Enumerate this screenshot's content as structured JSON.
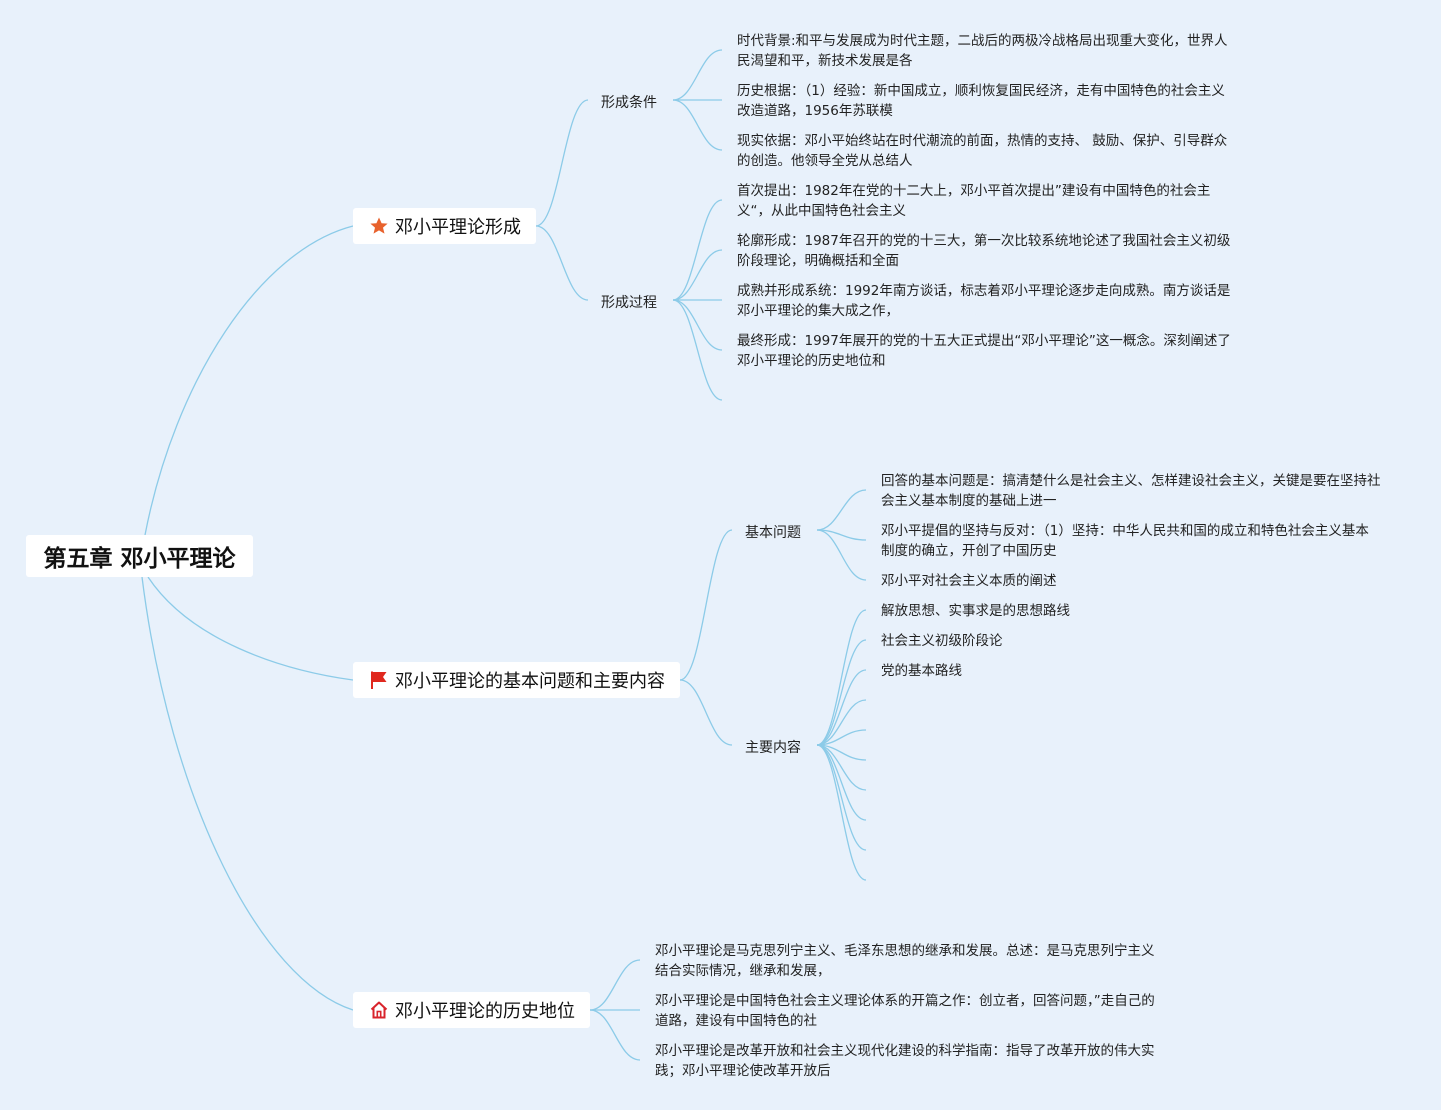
{
  "root": {
    "title": "第五章 邓小平理论"
  },
  "branches": [
    {
      "label": "邓小平理论形成",
      "icon": "star-icon",
      "subs": [
        {
          "label": "形成条件",
          "items": [
            "时代背景:和平与发展成为时代主题，二战后的两极冷战格局出现重大变化，世界人民渴望和平，新技术发展是各",
            "历史根据：（1）经验：新中国成立，顺利恢复国民经济，走有中国特色的社会主义改造道路，1956年苏联模",
            "现实依据：邓小平始终站在时代潮流的前面，热情的支持、 鼓励、保护、引导群众的创造。他领导全党从总结人"
          ]
        },
        {
          "label": "形成过程",
          "items": [
            "首次提出：1982年在党的十二大上，邓小平首次提出”建设有中国特色的社会主义“，从此中国特色社会主义",
            "轮廓形成：1987年召开的党的十三大，第一次比较系统地论述了我国社会主义初级阶段理论，明确概括和全面",
            "成熟并形成系统：1992年南方谈话，标志着邓小平理论逐步走向成熟。南方谈话是邓小平理论的集大成之作，",
            "最终形成：1997年展开的党的十五大正式提出“邓小平理论”这一概念。深刻阐述了邓小平理论的历史地位和"
          ]
        }
      ]
    },
    {
      "label": "邓小平理论的基本问题和主要内容",
      "icon": "red-flag-icon",
      "subs": [
        {
          "label": "基本问题",
          "items": [
            "回答的基本问题是：搞清楚什么是社会主义、怎样建设社会主义，关键是要在坚持社会主义基本制度的基础上进一",
            "邓小平提倡的坚持与反对：（1）坚持：中华人民共和国的成立和特色社会主义基本制度的确立，开创了中国历史",
            "邓小平对社会主义本质的阐述"
          ]
        },
        {
          "label": "主要内容",
          "items": [
            "解放思想、实事求是的思想路线",
            "社会主义初级阶段论",
            "党的基本路线"
          ]
        }
      ]
    },
    {
      "label": "邓小平理论的历史地位",
      "icon": "home-icon",
      "items": [
        "邓小平理论是马克思列宁主义、毛泽东思想的继承和发展。总述：是马克思列宁主义结合实际情况，继承和发展，",
        "邓小平理论是中国特色社会主义理论体系的开篇之作：创立者，回答问题，”走自己的道路，建设有中国特色的社",
        "邓小平理论是改革开放和社会主义现代化建设的科学指南：指导了改革开放的伟大实践；邓小平理论使改革开放后"
      ]
    }
  ],
  "colors": {
    "background": "#e8f1fb",
    "link": "#8ccbe8",
    "star": "#e8622d",
    "flag": "#e0281e",
    "home": "#d9242c"
  }
}
